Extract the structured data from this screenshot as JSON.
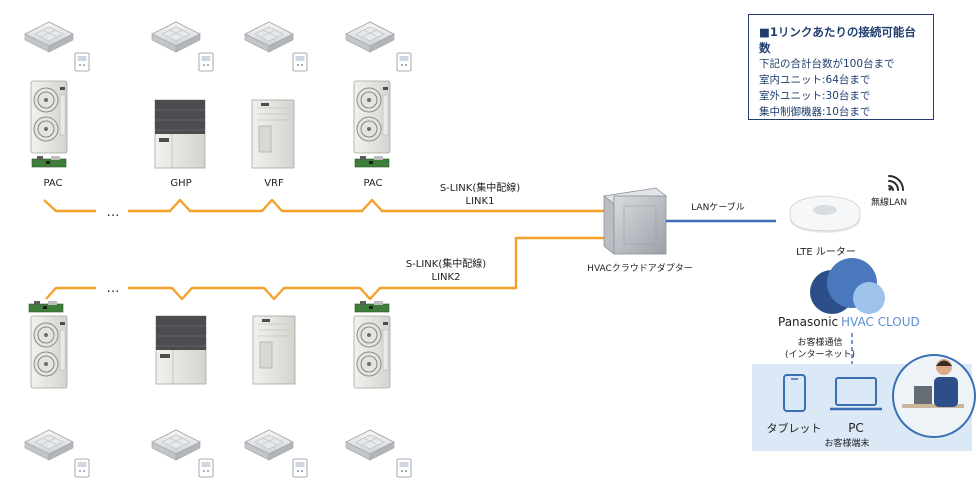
{
  "info_box": {
    "title": "■1リンクあたりの接続可能台数",
    "lines": [
      "下記の合計台数が100台まで",
      "室内ユニット:64台まで",
      "室外ユニット:30台まで",
      "集中制御機器:10台まで"
    ]
  },
  "top_units": [
    "PAC",
    "GHP",
    "VRF",
    "PAC"
  ],
  "link1": {
    "line1": "S-LINK(集中配線)",
    "line2": "LINK1"
  },
  "link2": {
    "line1": "S-LINK(集中配線)",
    "line2": "LINK2"
  },
  "ellipsis": "…",
  "adapter_label": "HVACクラウドアダプター",
  "lan_cable_label": "LANケーブル",
  "wireless_label": "無線LAN",
  "router_label": "LTE ルーター",
  "cloud_brand": "Panasonic",
  "cloud_name": "HVAC CLOUD",
  "customer_comm": {
    "line1": "お客様通信",
    "line2": "(インターネット)"
  },
  "tablet_label": "タブレット",
  "pc_label": "PC",
  "terminal_label": "お客様端末",
  "colors": {
    "slink": "#f5a02a",
    "lan": "#3a6fb5",
    "navy": "#1f3e6e",
    "cloud_light": "#6a9fd8",
    "cloud_dark": "#2c4f8a",
    "panel": "#dbe8f6"
  }
}
